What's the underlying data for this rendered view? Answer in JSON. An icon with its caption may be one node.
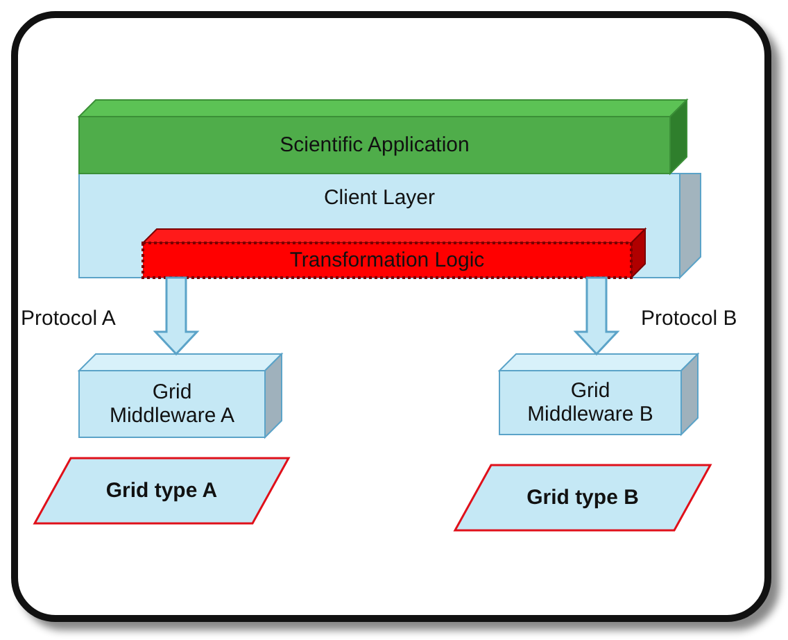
{
  "diagram": {
    "nodes": [
      {
        "text": [
          "Scientific Application"
        ]
      },
      {
        "text": [
          "Client Layer"
        ]
      },
      {
        "text": [
          "Transformation Logic"
        ],
        "in": 1
      },
      {
        "text": [
          "Grid Middleware A"
        ]
      },
      {
        "text": [
          "Grid Middleware B"
        ]
      },
      {
        "text": [
          "Grid type A"
        ]
      },
      {
        "text": [
          "Grid type B"
        ]
      }
    ],
    "edges": [
      {
        "from": 2,
        "to": 3,
        "arrow": "to",
        "label": "Protocol A"
      },
      {
        "from": 2,
        "to": 4,
        "arrow": "to",
        "label": "Protocol B"
      }
    ]
  }
}
